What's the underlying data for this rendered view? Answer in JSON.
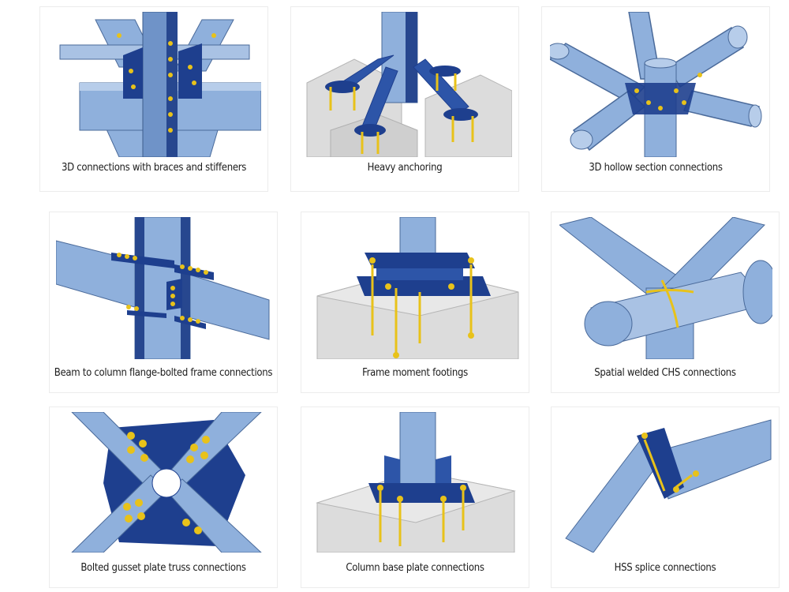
{
  "gallery": {
    "items": [
      {
        "caption": "3D connections with braces and stiffeners",
        "icon": "braced-beam-column-connection-icon"
      },
      {
        "caption": "Heavy anchoring",
        "icon": "heavy-anchoring-icon"
      },
      {
        "caption": "3D hollow section connections",
        "icon": "hollow-section-connection-icon"
      },
      {
        "caption": "Beam to column flange-bolted frame connections",
        "icon": "flange-bolted-frame-icon"
      },
      {
        "caption": "Frame moment footings",
        "icon": "moment-footing-icon"
      },
      {
        "caption": "Spatial welded CHS connections",
        "icon": "welded-chs-connection-icon"
      },
      {
        "caption": "Bolted gusset plate truss connections",
        "icon": "gusset-plate-truss-icon"
      },
      {
        "caption": "Column base plate connections",
        "icon": "column-base-plate-icon"
      },
      {
        "caption": "HSS splice connections",
        "icon": "hss-splice-icon"
      }
    ]
  },
  "colors": {
    "steel": "#8fb0dc",
    "steel_dark": "#5c7fb4",
    "plate": "#1e3f8e",
    "bolt": "#e8c21a",
    "concrete": "#d9d9d9"
  }
}
